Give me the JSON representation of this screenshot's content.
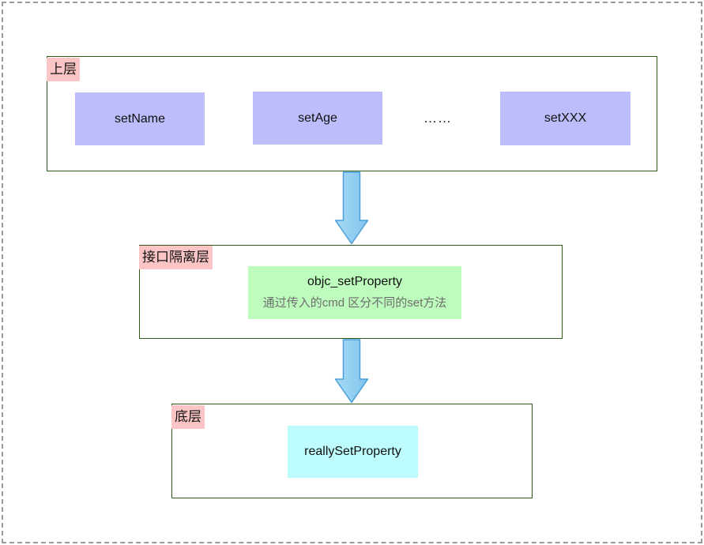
{
  "diagram": {
    "top": {
      "label": "上层",
      "methods": [
        "setName",
        "setAge",
        "setXXX"
      ],
      "ellipsis": "……"
    },
    "middle": {
      "label": "接口隔离层",
      "node_title": "objc_setProperty",
      "node_subtitle": "通过传入的cmd 区分不同的set方法"
    },
    "bottom": {
      "label": "底层",
      "node": "reallySetProperty"
    },
    "colors": {
      "box_border_green": "#2e5c18",
      "label_pink": "#fcc5c5",
      "node_purple": "#bdbdfb",
      "node_green": "#bdfcbd",
      "node_cyan": "#bdfcfc",
      "subtitle_gray": "#6e6e6e",
      "arrow_fill_light": "#a8daf5",
      "arrow_fill_dark": "#7fc3ec",
      "arrow_stroke": "#4a9fd8",
      "page_border_gray": "#9a9a9a"
    }
  }
}
